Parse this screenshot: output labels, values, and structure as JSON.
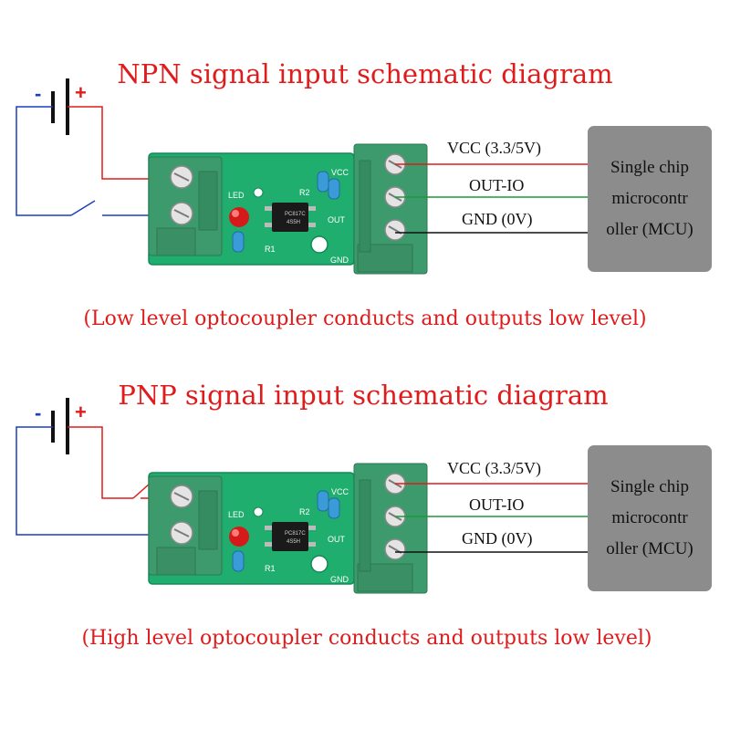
{
  "sections": [
    {
      "title": "NPN signal input schematic diagram",
      "caption": "(Low level optocoupler conducts and outputs low level)",
      "battery": {
        "minus": "-",
        "plus": "+"
      },
      "wires": {
        "vcc": "VCC (3.3/5V)",
        "out": "OUT-IO",
        "gnd": "GND (0V)"
      },
      "mcu": {
        "line1": "Single chip",
        "line2": "microcontr",
        "line3": "oller (MCU)"
      }
    },
    {
      "title": "PNP signal input schematic diagram",
      "caption": "(High level optocoupler conducts and outputs low level)",
      "battery": {
        "minus": "-",
        "plus": "+"
      },
      "wires": {
        "vcc": "VCC (3.3/5V)",
        "out": "OUT-IO",
        "gnd": "GND (0V)"
      },
      "mcu": {
        "line1": "Single chip",
        "line2": "microcontr",
        "line3": "oller (MCU)"
      }
    }
  ],
  "board": {
    "led": "LED",
    "r1": "R1",
    "r2": "R2",
    "vcc": "VCC",
    "out": "OUT",
    "gnd": "GND",
    "chip_line1": "PC817C",
    "chip_line2": "4S5H"
  },
  "colors": {
    "red_wire": "#e01b1b",
    "blue_wire": "#1a3fbf",
    "green_wire": "#1a9a3a",
    "black_wire": "#111111",
    "pcb": "#1fae6e",
    "terminal": "#3d9a6c",
    "mcu_box": "#8c8c8c"
  }
}
